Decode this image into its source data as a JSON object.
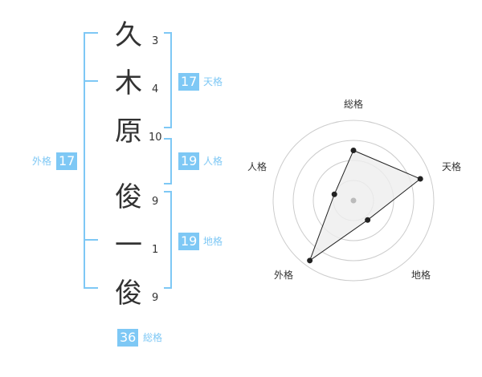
{
  "name": {
    "characters": [
      {
        "char": "久",
        "strokes": "3"
      },
      {
        "char": "木",
        "strokes": "4"
      },
      {
        "char": "原",
        "strokes": "10"
      },
      {
        "char": "俊",
        "strokes": "9"
      },
      {
        "char": "一",
        "strokes": "1"
      },
      {
        "char": "俊",
        "strokes": "9"
      }
    ]
  },
  "kakusu": {
    "tenkaku": {
      "value": "17",
      "label": "天格"
    },
    "jinkaku": {
      "value": "19",
      "label": "人格"
    },
    "chikaku": {
      "value": "19",
      "label": "地格"
    },
    "gaikaku": {
      "value": "17",
      "label": "外格"
    },
    "soukaku": {
      "value": "36",
      "label": "総格"
    }
  },
  "colors": {
    "accent": "#7ec8f5",
    "text": "#333333",
    "ring": "#cccccc",
    "fill": "#eeeeee",
    "line": "#222222",
    "center": "#bbbbbb"
  },
  "radar": {
    "axes": [
      "総格",
      "天格",
      "地格",
      "外格",
      "人格"
    ],
    "levels": 4,
    "values": [
      2.5,
      3.5,
      1.2,
      3.7,
      1.0
    ]
  }
}
